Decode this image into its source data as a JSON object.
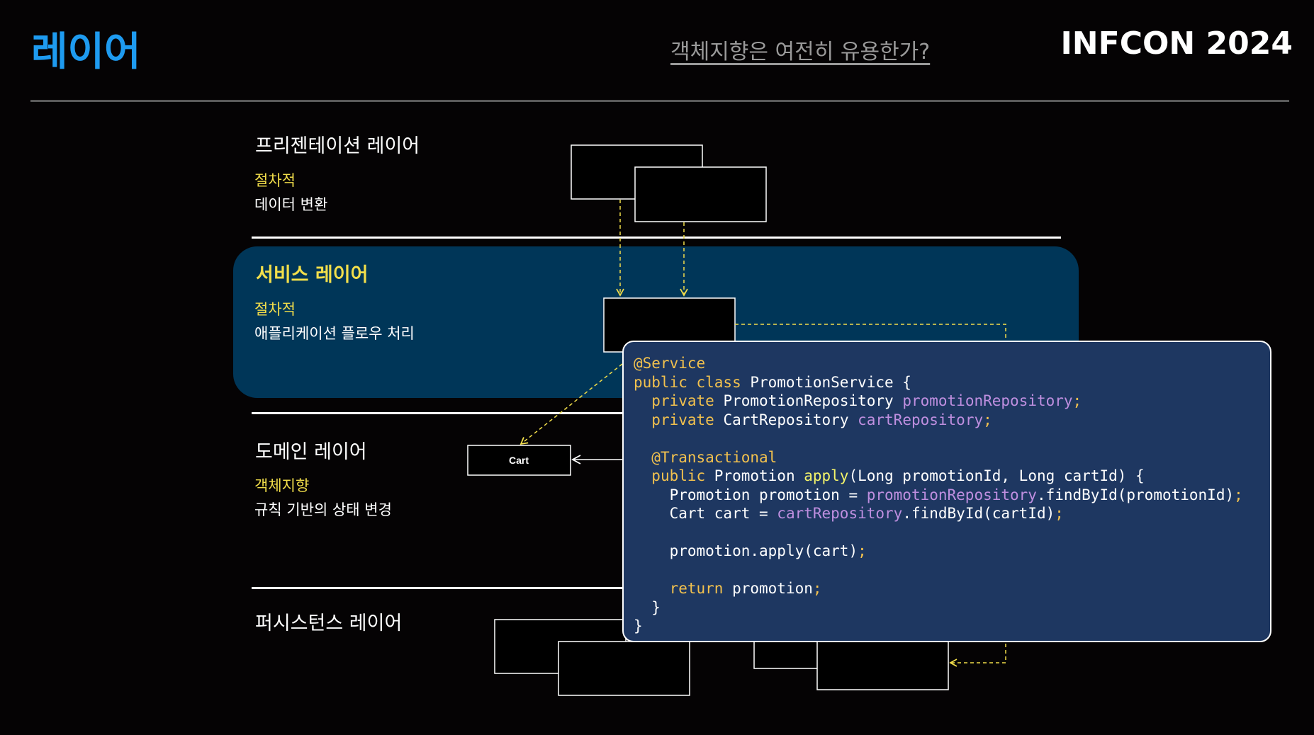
{
  "header": {
    "title": "레이어",
    "subtitle": "객체지향은 여전히 유용한가?",
    "brand": "INFCON 2024"
  },
  "layers": {
    "presentation": {
      "title": "프리젠테이션 레이어",
      "kind": "절차적",
      "desc": "데이터 변환"
    },
    "service": {
      "title": "서비스 레이어",
      "kind": "절차적",
      "desc": "애플리케이션 플로우 처리"
    },
    "domain": {
      "title": "도메인 레이어",
      "kind": "객체지향",
      "desc": "규칙 기반의 상태 변경"
    },
    "persistence": {
      "title": "퍼시스턴스 레이어"
    }
  },
  "diagram": {
    "cart_label": "Cart"
  },
  "colors": {
    "background": "#050304",
    "title_blue": "#1e9bf0",
    "accent_yellow": "#f1dd4a",
    "service_band": "#003658",
    "code_panel": "#1e3761",
    "keyword": "#f2c14e",
    "field": "#bf8fe0",
    "method": "#f4f46a"
  },
  "code": {
    "l1": {
      "a": "@Service"
    },
    "l2": {
      "a": "public class",
      "b": " PromotionService {"
    },
    "l3": {
      "indent": "  ",
      "a": "private",
      "b": " PromotionRepository ",
      "c": "promotionRepository",
      "d": ";"
    },
    "l4": {
      "indent": "  ",
      "a": "private",
      "b": " CartRepository ",
      "c": "cartRepository",
      "d": ";"
    },
    "l6": {
      "indent": "  ",
      "a": "@Transactional"
    },
    "l7": {
      "indent": "  ",
      "a": "public",
      "b": " Promotion ",
      "c": "apply",
      "d": "(Long promotionId, Long cartId) {"
    },
    "l8": {
      "indent": "    ",
      "a": "Promotion promotion = ",
      "b": "promotionRepository",
      "c": ".findById(promotionId)",
      "d": ";"
    },
    "l9": {
      "indent": "    ",
      "a": "Cart cart = ",
      "b": "cartRepository",
      "c": ".findById(cartId)",
      "d": ";"
    },
    "l11": {
      "indent": "    ",
      "a": "promotion.apply(cart)",
      "b": ";"
    },
    "l13": {
      "indent": "    ",
      "a": "return",
      "b": " promotion",
      "c": ";"
    },
    "l14": {
      "a": "  }"
    },
    "l15": {
      "a": "}"
    }
  }
}
